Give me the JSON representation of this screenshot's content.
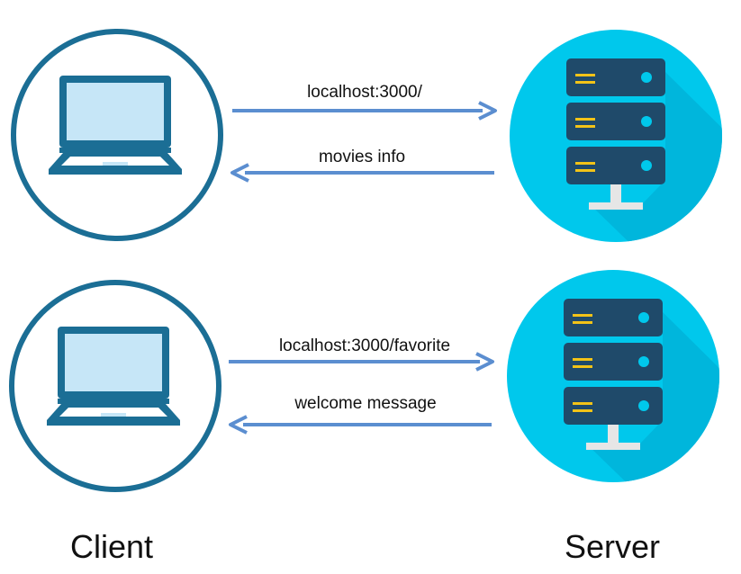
{
  "colors": {
    "client_ring": "#1b6e95",
    "laptop_frame": "#1b6e95",
    "laptop_screen": "#c6e6f7",
    "server_circle": "#00c8ec",
    "server_shadow": "#00b6dc",
    "server_unit": "#1f4a6a",
    "server_led": "#00c8ec",
    "server_slot": "#f2c318",
    "server_stand": "#e6e6e6",
    "arrow": "#5b8ed0"
  },
  "exchanges": [
    {
      "request": "localhost:3000/",
      "response": "movies info"
    },
    {
      "request": "localhost:3000/favorite",
      "response": "welcome message"
    }
  ],
  "labels": {
    "client": "Client",
    "server": "Server"
  }
}
